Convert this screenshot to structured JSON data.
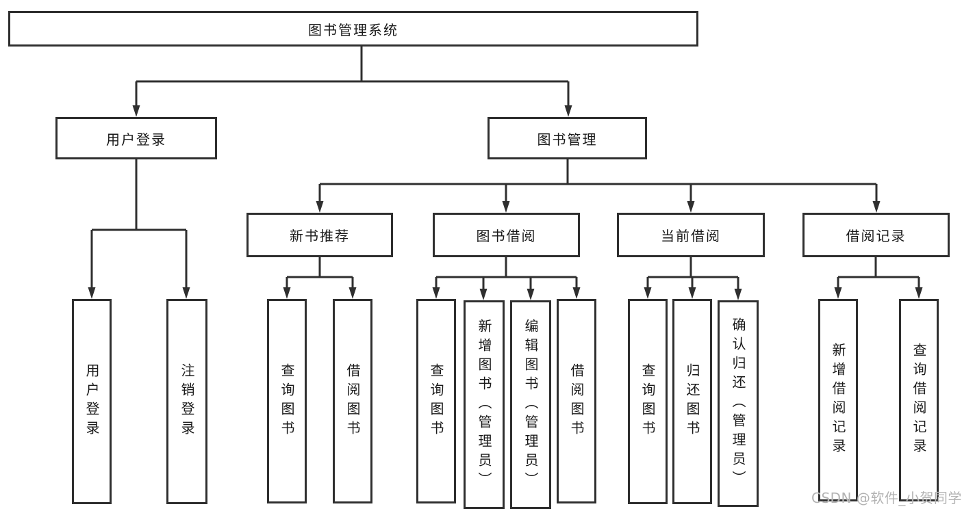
{
  "diagram": {
    "root": {
      "label": "图书管理系统"
    },
    "level2": {
      "user_login": {
        "label": "用户登录"
      },
      "book_management": {
        "label": "图书管理"
      }
    },
    "level3": {
      "new_book_recommendation": {
        "label": "新书推荐"
      },
      "book_borrowing": {
        "label": "图书借阅"
      },
      "current_borrowing": {
        "label": "当前借阅"
      },
      "borrowing_records": {
        "label": "借阅记录"
      }
    },
    "leaves": {
      "user_login": [
        "用户登录",
        "注销登录"
      ],
      "new_book_recommendation": [
        "查询图书",
        "借阅图书"
      ],
      "book_borrowing": [
        "查询图书",
        "新增图书（管理员）",
        "编辑图书（管理员）",
        "借阅图书"
      ],
      "current_borrowing": [
        "查询图书",
        "归还图书",
        "确认归还（管理员）"
      ],
      "borrowing_records": [
        "新增借阅记录",
        "查询借阅记录"
      ]
    }
  },
  "watermark": "CSDN @软件_小贺同学",
  "colors": {
    "line": "#2f2f2f",
    "box_border": "#2f2f2f",
    "text": "#1a1a1a",
    "background": "#ffffff",
    "watermark": "#b3b3b3"
  }
}
